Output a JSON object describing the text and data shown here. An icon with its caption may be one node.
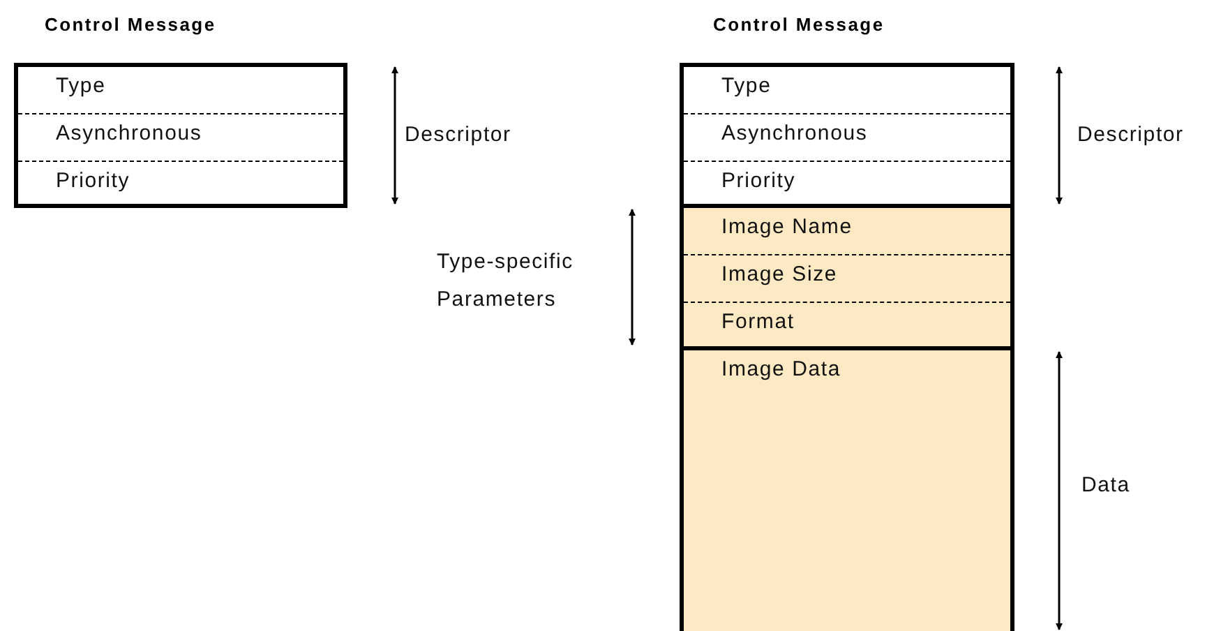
{
  "diagram": {
    "nodes": [
      {
        "text": [
          "Control Message"
        ]
      },
      {
        "text": [
          "Type"
        ],
        "in": 0
      },
      {
        "text": [
          "Asynchronous"
        ],
        "in": 0
      },
      {
        "text": [
          "Priority"
        ],
        "in": 0
      },
      {
        "text": [
          "Control Message"
        ]
      },
      {
        "text": [
          "Type"
        ],
        "in": 4
      },
      {
        "text": [
          "Asynchronous"
        ],
        "in": 4
      },
      {
        "text": [
          "Priority"
        ],
        "in": 4
      },
      {
        "text": [
          "Image Name"
        ],
        "in": 4
      },
      {
        "text": [
          "Image Size"
        ],
        "in": 4
      },
      {
        "text": [
          "Format"
        ],
        "in": 4
      },
      {
        "text": [
          "Image Data"
        ],
        "in": 4
      }
    ],
    "edges": [],
    "labels": [
      "Descriptor",
      "Type-specific Parameters",
      "Descriptor",
      "Data"
    ]
  }
}
